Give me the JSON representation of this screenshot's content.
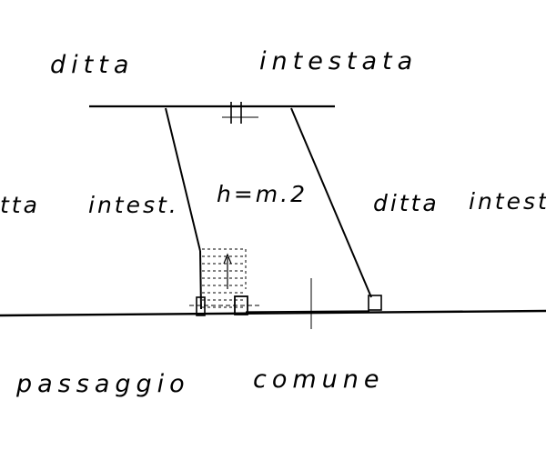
{
  "labels": {
    "top_left": "ditta",
    "top_right": "intestata",
    "left_ditta": "tta",
    "left_intest": "intest.",
    "height": "h=m.2",
    "right_ditta": "ditta",
    "right_intest": "intest.",
    "bottom_left": "passaggio",
    "bottom_right": "comune"
  }
}
